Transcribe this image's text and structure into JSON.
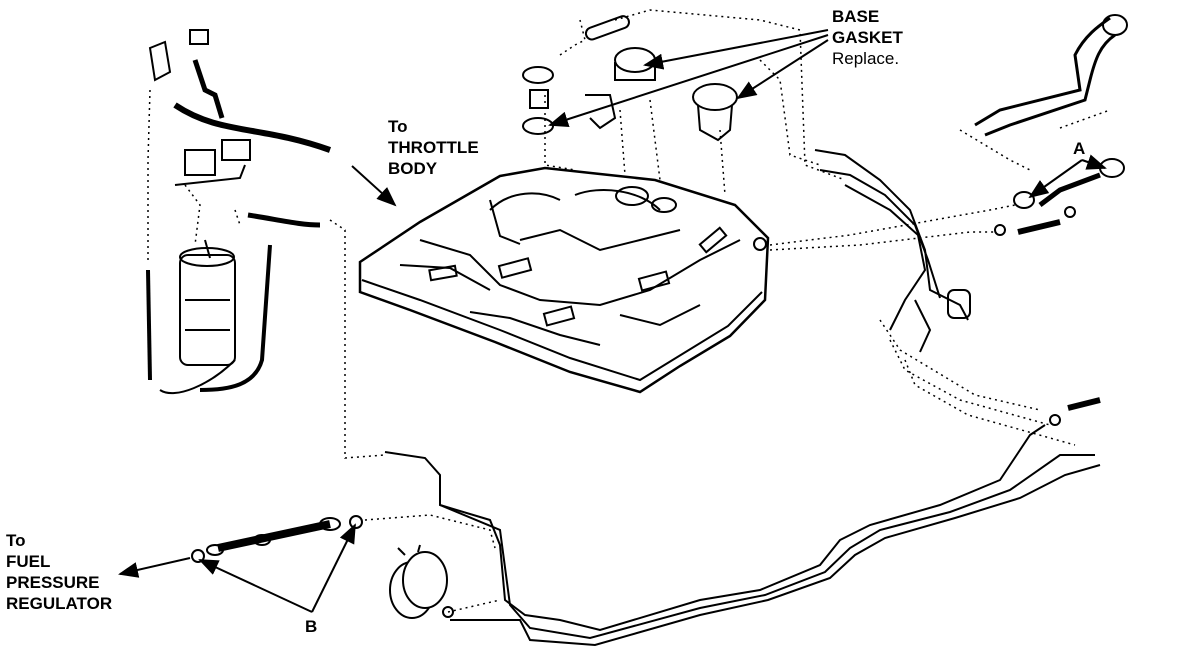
{
  "labels": {
    "base_gasket": {
      "line1": "BASE",
      "line2": "GASKET",
      "line3": "Replace."
    },
    "throttle": {
      "line1": "To",
      "line2": "THROTTLE",
      "line3": "BODY"
    },
    "fuel_reg": {
      "line1": "To",
      "line2": "FUEL",
      "line3": "PRESSURE",
      "line4": "REGULATOR"
    },
    "callout_a": "A",
    "callout_b": "B"
  },
  "colors": {
    "ink": "#000000",
    "paper": "#ffffff"
  }
}
